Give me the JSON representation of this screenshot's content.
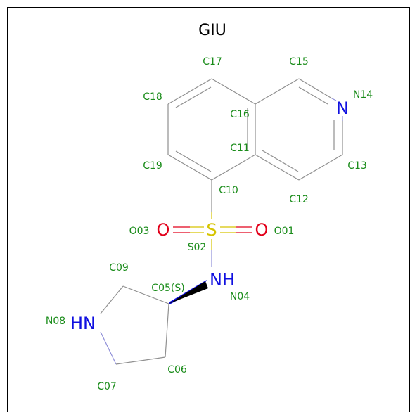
{
  "title": "GIU",
  "atom_labels": {
    "c17": "C17",
    "c15": "C15",
    "c18": "C18",
    "n14": "N14",
    "c16": "C16",
    "c11": "C11",
    "c19": "C19",
    "c13": "C13",
    "c10": "C10",
    "c12": "C12",
    "o03": "O03",
    "o01": "O01",
    "s02": "S02",
    "c09": "C09",
    "c05": "C05(S)",
    "n04": "N04",
    "n08": "N08",
    "c06": "C06",
    "c07": "C07"
  },
  "symbols": {
    "n_ring": "N",
    "o_left": "O",
    "o_right": "O",
    "sulfur": "S",
    "nh": "NH",
    "hn": "HN"
  },
  "colors": {
    "carbon_label": "#1a8c1a",
    "nitrogen": "#1010e0",
    "oxygen": "#e2001a",
    "sulfur": "#d6c400",
    "bond": "#909090"
  }
}
